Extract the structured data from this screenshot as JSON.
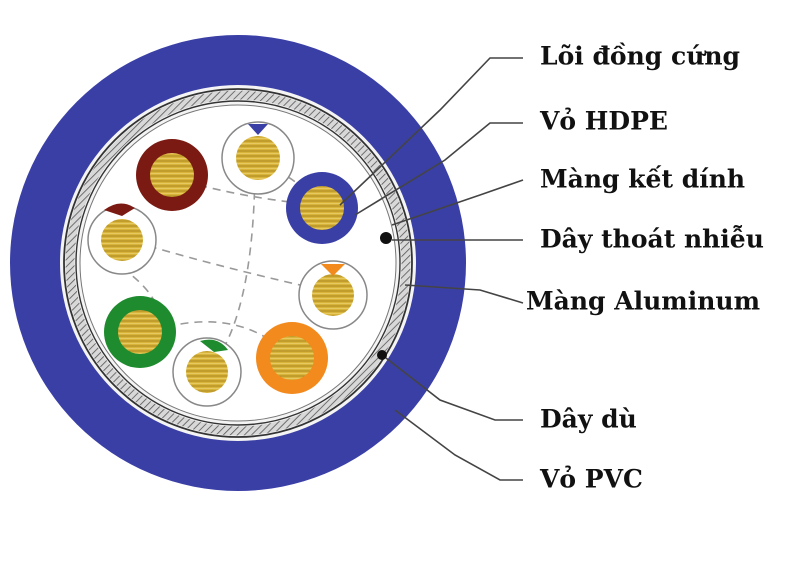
{
  "labels": {
    "solid_copper_core": "Lõi đồng cứng",
    "hdpe_insulation": "Vỏ HDPE",
    "binder_film": "Màng kết dính",
    "drain_wire": "Dây thoát nhiễu",
    "aluminum_foil": "Màng Aluminum",
    "ripcord": "Dây dù",
    "pvc_jacket": "Vỏ PVC"
  },
  "colors": {
    "jacket": "#3a3fa6",
    "copper": "#d9b43a",
    "pair_brown": "#7b1a12",
    "pair_blue": "#3a3fa6",
    "pair_orange": "#f28a1e",
    "pair_green": "#1e8c2e",
    "leader_line": "#444444"
  }
}
